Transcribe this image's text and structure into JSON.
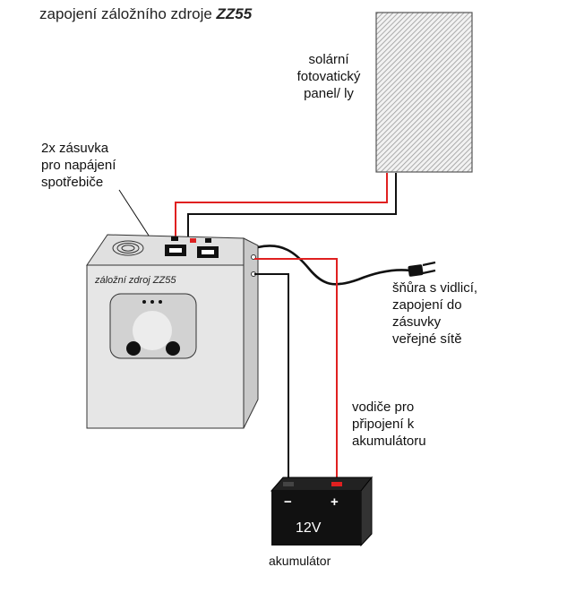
{
  "title": {
    "text": "zapojení záložního zdroje ",
    "model": "ZZ55"
  },
  "labels": {
    "solar_panel": [
      "solární",
      "fotovatický",
      "panel/ ly"
    ],
    "sockets": [
      "2x zásuvka",
      "pro napájení",
      "spotřebiče"
    ],
    "mains_cord": [
      "šňůra s vidlicí,",
      "zapojení do",
      "zásuvky",
      "veřejné sítě"
    ],
    "battery_wires": [
      "vodiče pro",
      "připojení k",
      "akumulátoru"
    ],
    "battery": "akumulátor"
  },
  "device": {
    "label": "záložní zdroj ZZ55"
  },
  "battery": {
    "voltage": "12V",
    "minus": "−",
    "plus": "+"
  },
  "colors": {
    "red_wire": "#e02020",
    "black_wire": "#111111",
    "panel_hatch": "#9a9a9a",
    "device_body": "#e6e6e6"
  }
}
